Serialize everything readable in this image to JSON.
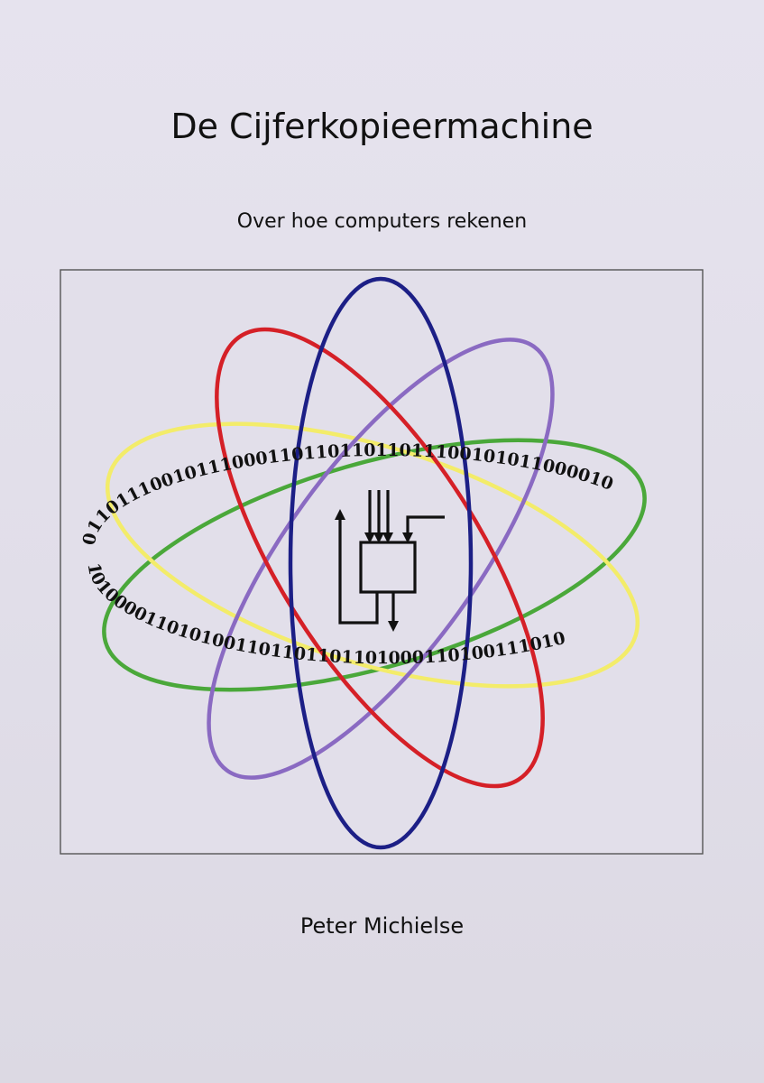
{
  "cover": {
    "title": "De Cijferkopieermachine",
    "subtitle": "Over hoe computers rekenen",
    "author": "Peter Michielse"
  },
  "illustration": {
    "binary_top": "0110111001011100011011011011011100101011000010",
    "binary_bottom": "1010000110101001101101101101000110100111010",
    "orbit_colors": {
      "red": "#d52027",
      "navy": "#1c1f86",
      "purple": "#8a6ac2",
      "yellow": "#f3ec6a",
      "green": "#4aa83a"
    },
    "center_icon": "processor-block-icon"
  }
}
